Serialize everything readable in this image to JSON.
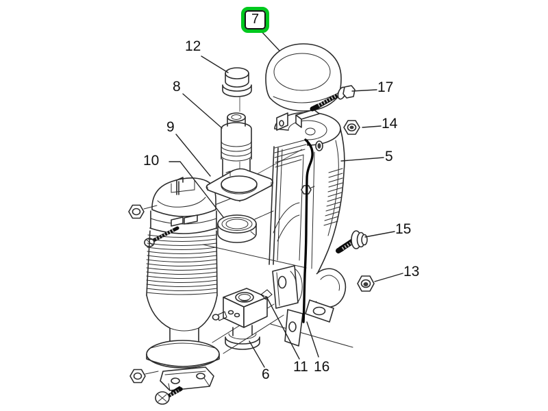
{
  "diagram": {
    "subject": "exploded-parts-diagram-air-suspension-strut",
    "background": "#ffffff",
    "line_color": "#2b2b2b",
    "highlight": {
      "part_number": "7",
      "color": "#00c81e"
    }
  },
  "callouts": [
    {
      "number": "7",
      "highlighted": true
    },
    {
      "number": "12",
      "highlighted": false
    },
    {
      "number": "8",
      "highlighted": false
    },
    {
      "number": "9",
      "highlighted": false
    },
    {
      "number": "10",
      "highlighted": false
    },
    {
      "number": "17",
      "highlighted": false
    },
    {
      "number": "14",
      "highlighted": false
    },
    {
      "number": "5",
      "highlighted": false
    },
    {
      "number": "15",
      "highlighted": false
    },
    {
      "number": "13",
      "highlighted": false
    },
    {
      "number": "6",
      "highlighted": false
    },
    {
      "number": "11",
      "highlighted": false
    },
    {
      "number": "16",
      "highlighted": false
    }
  ]
}
